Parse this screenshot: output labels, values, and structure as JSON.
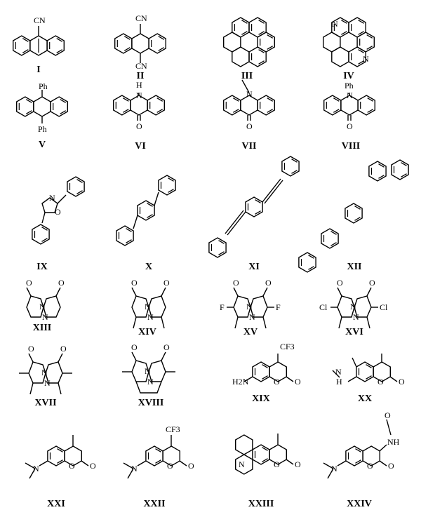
{
  "compounds": [
    {
      "label": "I",
      "atoms": [
        "CN"
      ]
    },
    {
      "label": "II",
      "atoms": [
        "CN",
        "CN"
      ]
    },
    {
      "label": "III",
      "atoms": []
    },
    {
      "label": "IV",
      "atoms": [
        "N",
        "N"
      ]
    },
    {
      "label": "V",
      "atoms": [
        "Ph",
        "Ph"
      ]
    },
    {
      "label": "VI",
      "atoms": [
        "H",
        "N",
        "O"
      ]
    },
    {
      "label": "VII",
      "atoms": [
        "N",
        "O"
      ]
    },
    {
      "label": "VIII",
      "atoms": [
        "Ph",
        "N",
        "O"
      ]
    },
    {
      "label": "IX",
      "atoms": [
        "N",
        "O"
      ]
    },
    {
      "label": "X",
      "atoms": []
    },
    {
      "label": "XI",
      "atoms": []
    },
    {
      "label": "XII",
      "atoms": []
    },
    {
      "label": "XIII",
      "atoms": [
        "O",
        "O",
        "N",
        "N"
      ]
    },
    {
      "label": "XIV",
      "atoms": [
        "O",
        "O",
        "N",
        "N"
      ]
    },
    {
      "label": "XV",
      "atoms": [
        "O",
        "O",
        "F",
        "F",
        "N",
        "N"
      ]
    },
    {
      "label": "XVI",
      "atoms": [
        "O",
        "O",
        "Cl",
        "Cl",
        "N",
        "N"
      ]
    },
    {
      "label": "XVII",
      "atoms": [
        "O",
        "O",
        "N",
        "N"
      ]
    },
    {
      "label": "XVIII",
      "atoms": [
        "O",
        "O",
        "N",
        "N"
      ]
    },
    {
      "label": "XIX",
      "atoms": [
        "CF3",
        "H2N",
        "O",
        "O"
      ]
    },
    {
      "label": "XX",
      "atoms": [
        "N",
        "H",
        "O",
        "O"
      ]
    },
    {
      "label": "XXI",
      "atoms": [
        "N",
        "O",
        "O"
      ]
    },
    {
      "label": "XXII",
      "atoms": [
        "CF3",
        "N",
        "O",
        "O"
      ]
    },
    {
      "label": "XXIII",
      "atoms": [
        "N",
        "O",
        "O"
      ]
    },
    {
      "label": "XXIV",
      "atoms": [
        "O",
        "NH",
        "N",
        "O",
        "O"
      ]
    }
  ],
  "colors": {
    "ink": "#000000",
    "paper": "#ffffff"
  }
}
